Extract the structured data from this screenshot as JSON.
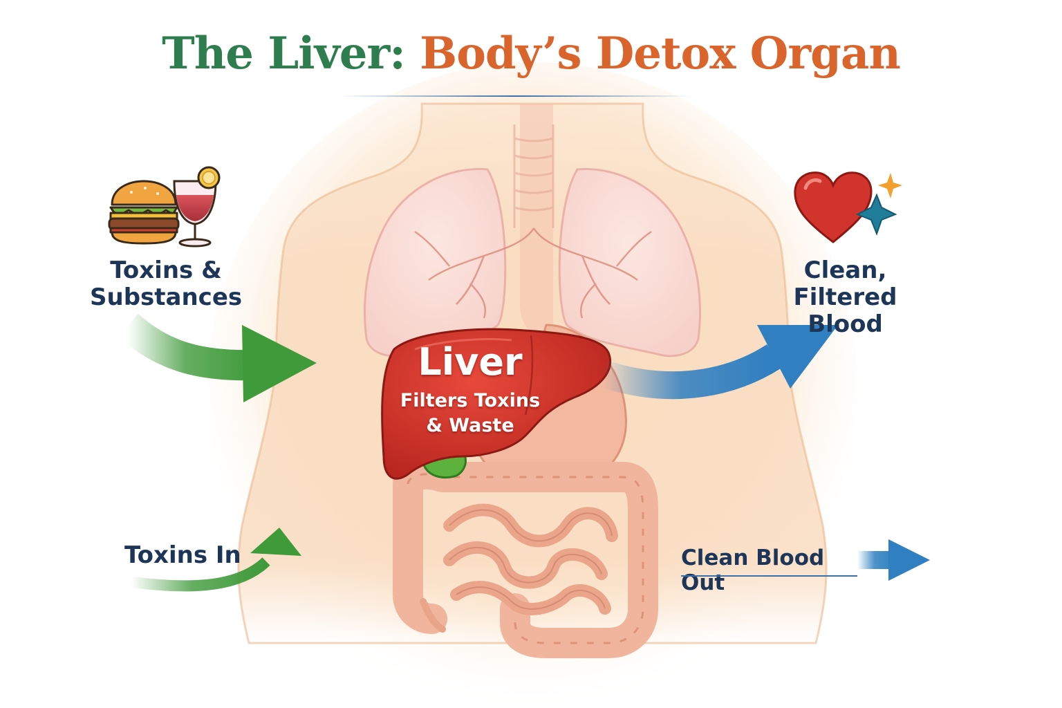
{
  "title": {
    "part1": "The Liver:",
    "part2": "Body’s Detox Organ"
  },
  "labels": {
    "toxins_substances_line1": "Toxins &",
    "toxins_substances_line2": "Substances",
    "clean_filtered_line1": "Clean, Filtered",
    "clean_filtered_line2": "Blood",
    "toxins_in": "Toxins In",
    "clean_blood_out": "Clean Blood Out"
  },
  "liver": {
    "title": "Liver",
    "subtitle_line1": "Filters Toxins",
    "subtitle_line2": "& Waste"
  },
  "icons": [
    "burger-icon",
    "wine-glass-icon",
    "heart-icon",
    "sparkle-icon"
  ],
  "colors": {
    "title_green": "#2e7d4f",
    "title_orange": "#d9642c",
    "label_navy": "#1d3557",
    "arrow_green": "#3f9a3a",
    "arrow_blue": "#2f7fc1",
    "liver_red": "#d0342c",
    "skin": "#f9dcc0"
  }
}
